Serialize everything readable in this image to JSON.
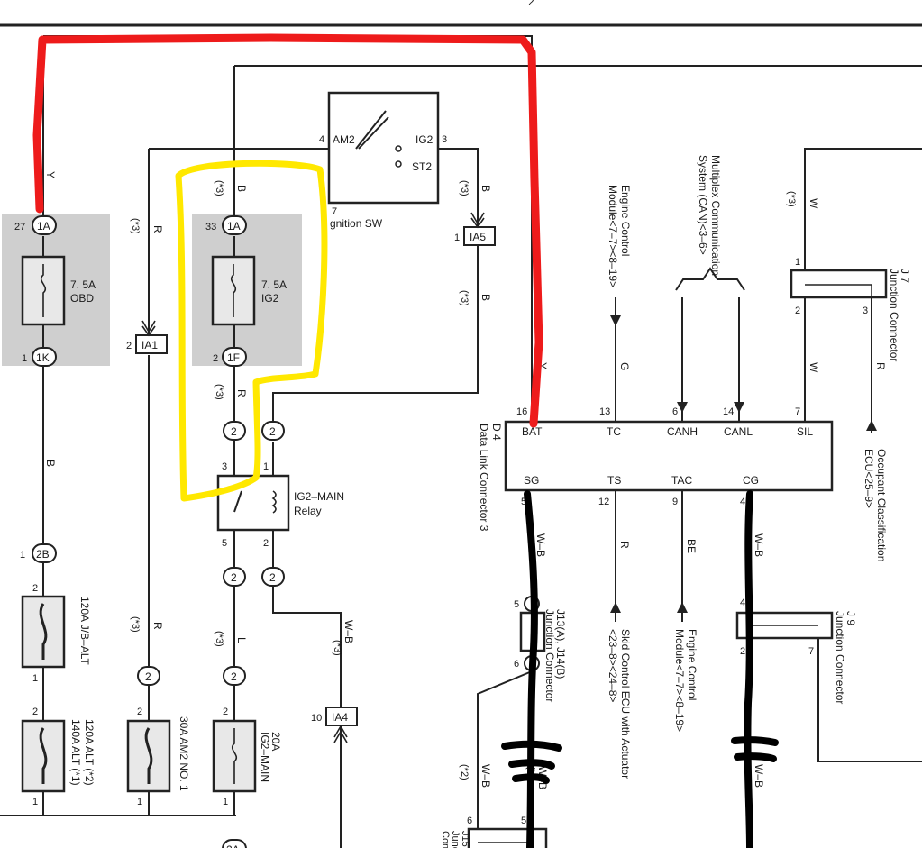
{
  "header": {
    "page_num": "2"
  },
  "fuses": {
    "obd": {
      "rating": "7. 5A",
      "name": "OBD"
    },
    "ig2": {
      "rating": "7. 5A",
      "name": "IG2"
    },
    "alt_jb": {
      "name": "120A J/B–ALT"
    },
    "alt": {
      "line1": "140A ALT (*1)",
      "line2": "120A ALT (*2)"
    },
    "am2": {
      "name": "30A AM2 NO. 1"
    },
    "ig2_main": {
      "rating": "20A",
      "name": "IG2–MAIN"
    }
  },
  "connectors": {
    "c1a_obd": "1A",
    "c1k": "1K",
    "c1a_ig2": "1A",
    "c1f": "1F",
    "c2b": "2B",
    "c2a": "2A",
    "ia1": "IA1",
    "ia4": "IA4",
    "ia5": "IA5",
    "two": "2"
  },
  "pins": {
    "p27": "27",
    "p1": "1",
    "p33": "33",
    "p2": "2",
    "p3": "3",
    "p4": "4",
    "p5": "5",
    "p6": "6",
    "p7": "7",
    "p9": "9",
    "p10": "10",
    "p12": "12",
    "p13": "13",
    "p14": "14",
    "p16": "16"
  },
  "ignition": {
    "am2": "AM2",
    "ig2": "IG2",
    "st2": "ST2",
    "label": "gnition SW",
    "num": "7"
  },
  "relay": {
    "line1": "IG2–MAIN",
    "line2": "Relay"
  },
  "dlc": {
    "id": "D 4",
    "name": "Data Link Connector 3",
    "top_pins": [
      "BAT",
      "TC",
      "CANH",
      "CANL",
      "SIL"
    ],
    "bottom_pins": [
      "SG",
      "TS",
      "TAC",
      "CG"
    ]
  },
  "wire_colors": {
    "Y": "Y",
    "B": "B",
    "R": "R",
    "L": "L",
    "G": "G",
    "W": "W",
    "WB": "W–B",
    "BE": "BE"
  },
  "notes": {
    "s3": "(*3)",
    "s2": "(*2)",
    "s1": "(*1)"
  },
  "junctions": {
    "j7_id": "J 7",
    "j7_name": "Junction Connector",
    "j9_id": "J 9",
    "j9_name": "Junction Connector",
    "j13_name": "J13(A), J14(B)",
    "j13_sub": "Junction Connector",
    "j15_a": "J15",
    "j15_b": "Junc",
    "j15_c": "Con"
  },
  "destinations": {
    "ecm_top_a": "Engine Control",
    "ecm_top_b": "Module<7–7><8–19>",
    "mpx_a": "Multiplex Communication",
    "mpx_b": "System (CAN)<3–6>",
    "occupant_a": "Occupant Classification",
    "occupant_b": "ECU<25–9>",
    "skid_a": "Skid Control ECU with Actuator",
    "skid_b": "<23–8><24–8>",
    "ecm_bot_a": "Engine Control",
    "ecm_bot_b": "Module<7–7><8–19>"
  },
  "highlight_colors": {
    "red": "#ee1b1b",
    "yellow": "#ffe800",
    "black": "#000000"
  }
}
